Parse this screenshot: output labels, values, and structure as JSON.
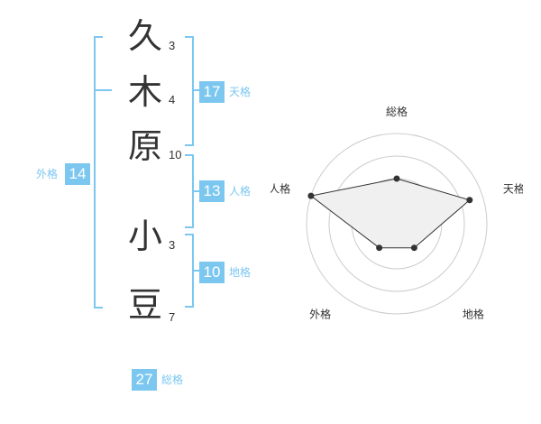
{
  "name": {
    "surname": [
      {
        "char": "久",
        "strokes": "3"
      },
      {
        "char": "木",
        "strokes": "4"
      },
      {
        "char": "原",
        "strokes": "10"
      }
    ],
    "given": [
      {
        "char": "小",
        "strokes": "3"
      },
      {
        "char": "豆",
        "strokes": "7"
      }
    ]
  },
  "fortune": {
    "tenkaku": {
      "value": "17",
      "label": "天格"
    },
    "jinkaku": {
      "value": "13",
      "label": "人格"
    },
    "chikaku": {
      "value": "10",
      "label": "地格"
    },
    "gaikaku": {
      "value": "14",
      "label": "外格"
    },
    "soukaku": {
      "value": "27",
      "label": "総格"
    }
  },
  "chart_data": {
    "type": "radar",
    "axes": [
      "総格",
      "天格",
      "地格",
      "外格",
      "人格"
    ],
    "values": [
      0.5,
      0.85,
      0.33,
      0.33,
      1.0
    ],
    "rings": 4,
    "colors": {
      "accent": "#7cc7f0",
      "fill": "#f0f0f0",
      "line": "#333333",
      "grid": "#cccccc"
    }
  }
}
